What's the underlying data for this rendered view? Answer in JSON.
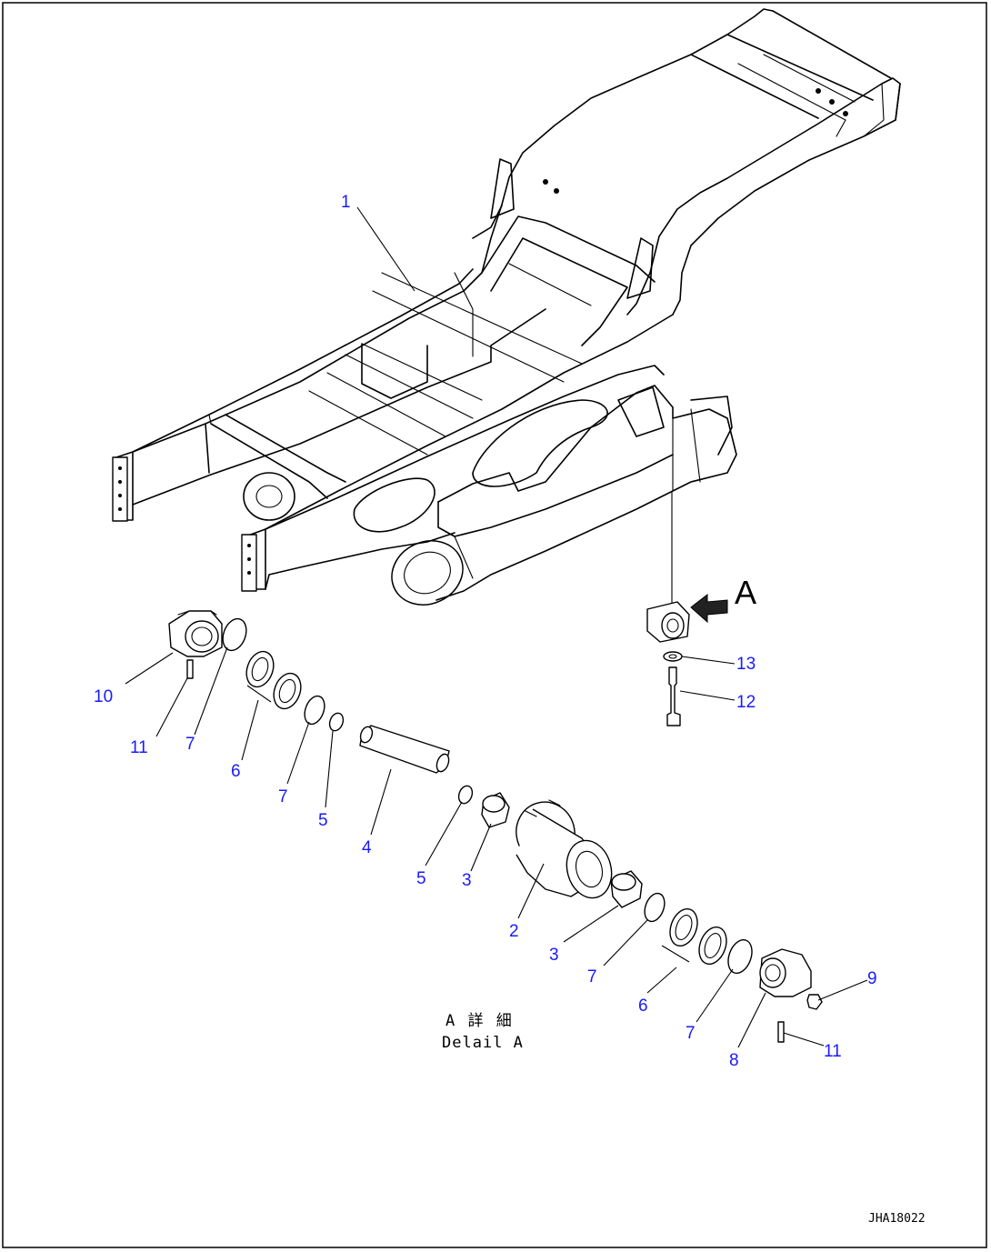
{
  "callouts": {
    "c1": "1",
    "c2": "2",
    "c3a": "3",
    "c3b": "3",
    "c4": "4",
    "c5a": "5",
    "c5b": "5",
    "c6a": "6",
    "c6b": "6",
    "c7a": "7",
    "c7b": "7",
    "c7c": "7",
    "c7d": "7",
    "c8": "8",
    "c9": "9",
    "c10": "10",
    "c11a": "11",
    "c11b": "11",
    "c12": "12",
    "c13": "13"
  },
  "view_marker": "A",
  "detail_caption": {
    "line1": "A 詳 細",
    "line2": "Delail A"
  },
  "drawing_id": "JHA18022",
  "colors": {
    "callout": "#1a1aff",
    "line": "#000000",
    "background": "#ffffff"
  }
}
